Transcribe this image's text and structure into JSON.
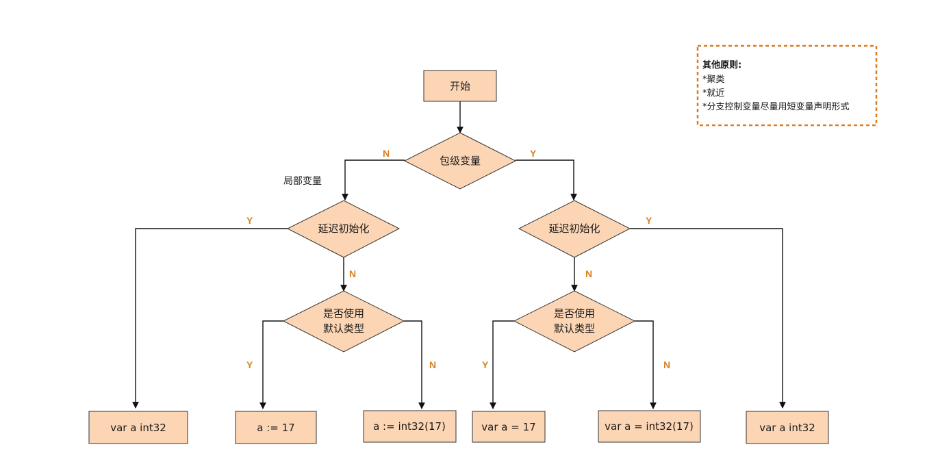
{
  "nodes": {
    "start": "开始",
    "pkg_var": "包级变量",
    "lazy_init_left": "延迟初始化",
    "lazy_init_right": "延迟初始化",
    "default_type_left": [
      "是否使用",
      "默认类型"
    ],
    "default_type_right": [
      "是否使用",
      "默认类型"
    ],
    "result_1": "var a int32",
    "result_2": "a := 17",
    "result_3": "a := int32(17)",
    "result_4": "var a = 17",
    "result_5": "var a = int32(17)",
    "result_6": "var a int32"
  },
  "edge_labels": {
    "pkg_no": "N",
    "pkg_yes": "Y",
    "local_var": "局部变量",
    "lazy_left_yes": "Y",
    "lazy_left_no": "N",
    "lazy_right_yes": "Y",
    "lazy_right_no": "N",
    "default_left_yes": "Y",
    "default_left_no": "N",
    "default_right_yes": "Y",
    "default_right_no": "N"
  },
  "note": {
    "title": "其他原则:",
    "items": [
      "*聚类",
      "*就近",
      "*分支控制变量尽量用短变量声明形式"
    ]
  },
  "colors": {
    "node_fill": "#fcd5b4",
    "label_orange": "#d9821f",
    "note_border": "#e07b1f"
  }
}
